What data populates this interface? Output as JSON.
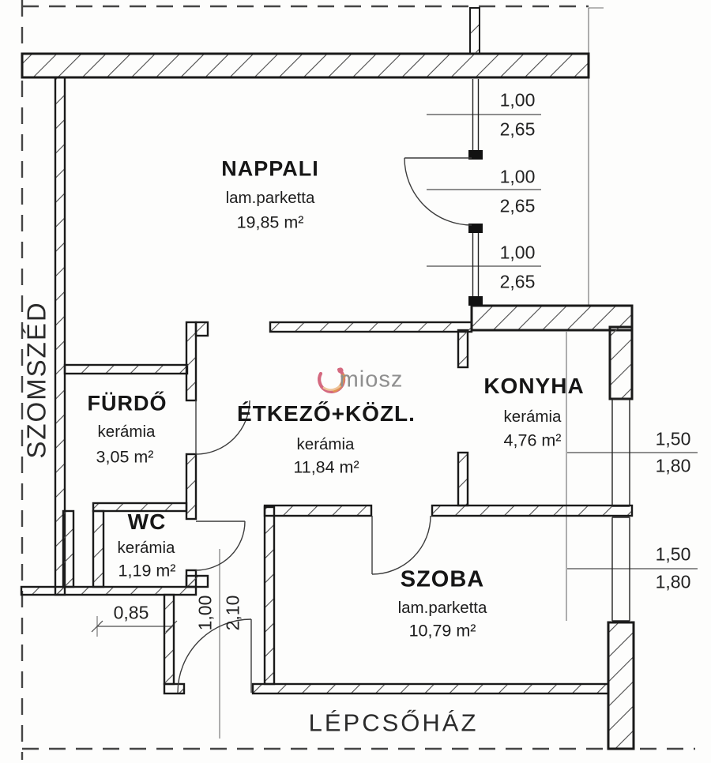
{
  "rooms": [
    {
      "name": "NAPPALI",
      "floor": "lam.parketta",
      "area": "19,85 m²"
    },
    {
      "name": "FÜRDŐ",
      "floor": "kerámia",
      "area": "3,05 m²"
    },
    {
      "name": "WC",
      "floor": "kerámia",
      "area": "1,19 m²"
    },
    {
      "name": "ÉTKEZŐ+KÖZL.",
      "floor": "kerámia",
      "area": "11,84 m²"
    },
    {
      "name": "KONYHA",
      "floor": "kerámia",
      "area": "4,76 m²"
    },
    {
      "name": "SZOBA",
      "floor": "lam.parketta",
      "area": "10,79 m²"
    }
  ],
  "context_labels": {
    "left": "SZOMSZÉD",
    "bottom": "LÉPCSŐHÁZ"
  },
  "dimensions": {
    "right_openings": [
      {
        "width": "1,00",
        "height": "2,65"
      },
      {
        "width": "1,00",
        "height": "2,65"
      },
      {
        "width": "1,00",
        "height": "2,65"
      }
    ],
    "east_windows": [
      {
        "width": "1,50",
        "height": "1,80"
      },
      {
        "width": "1,50",
        "height": "1,80"
      }
    ],
    "entry": {
      "wall_segment": "0,85",
      "door_width": "1,00",
      "door_height": "2,10"
    }
  },
  "watermark": {
    "brand": "miosz"
  },
  "colors": {
    "wall_line": "#1a1a1a",
    "dim_line": "#4c4c4c",
    "boundary": "#454545",
    "watermark_text": "#8f8f8f",
    "logo_pink": "#d4697f",
    "logo_orange": "#e0924f"
  }
}
